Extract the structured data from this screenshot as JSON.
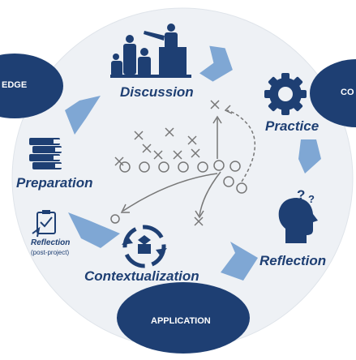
{
  "ovals": {
    "knowledge": "EDGE",
    "concepts": "CO",
    "application": "APPLICATION"
  },
  "stages": {
    "discussion": "Discussion",
    "practice": "Practice",
    "reflection": "Reflection",
    "contextualization": "Contextualization",
    "preparation": "Preparation"
  },
  "reflection_post": {
    "title": "Reflection",
    "subtitle": "(post-project)"
  },
  "colors": {
    "dark_navy": "#1e3f73",
    "arrow_blue": "#7fa7d4",
    "circle_bg": "#eef1f5",
    "play_gray": "#777777"
  },
  "icons": {
    "discussion": "speaker-audience-icon",
    "practice": "gear-icon",
    "reflection": "thinking-head-icon",
    "contextualization": "recycle-box-icon",
    "preparation": "books-icon",
    "reflection_post": "clipboard-check-icon"
  }
}
